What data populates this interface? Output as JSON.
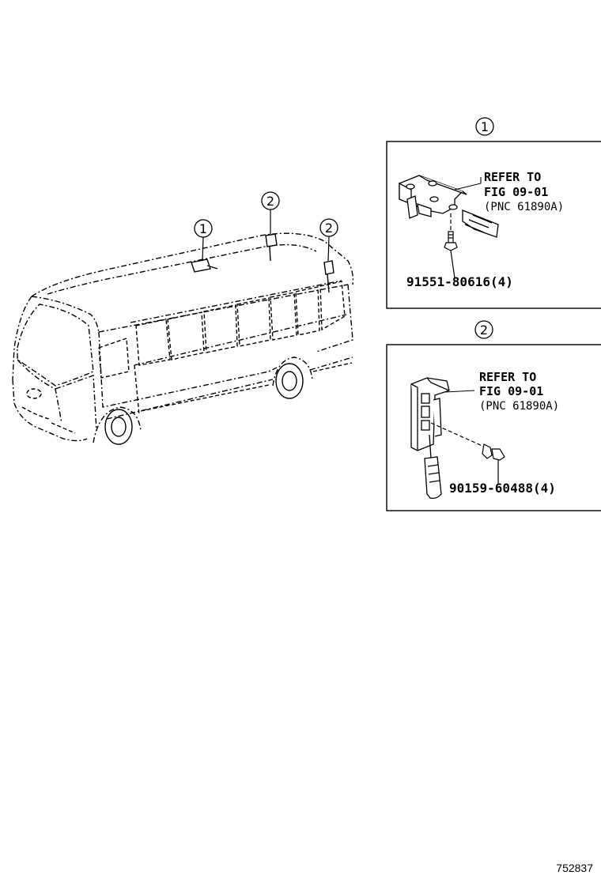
{
  "bus_callouts": [
    "1",
    "2",
    "2"
  ],
  "detail_1": {
    "callout": "1",
    "refer_line1": "REFER TO",
    "refer_line2": "FIG 09-01",
    "refer_line3": "(PNC 61890A)",
    "part_number": "91551-80616(4)"
  },
  "detail_2": {
    "callout": "2",
    "refer_line1": "REFER TO",
    "refer_line2": "FIG 09-01",
    "refer_line3": "(PNC 61890A)",
    "part_number": "90159-60488(4)"
  },
  "figure_id": "752837"
}
